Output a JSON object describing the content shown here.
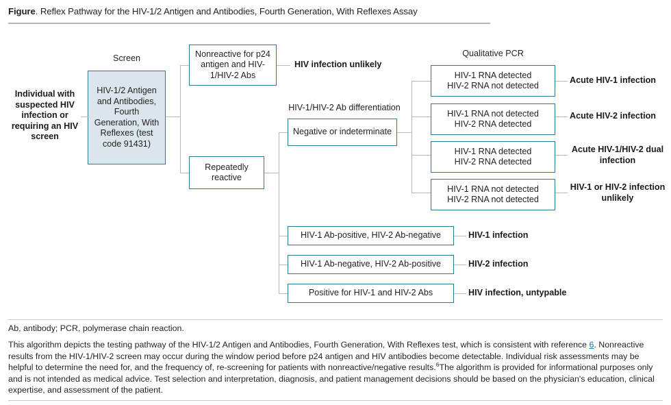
{
  "figure": {
    "label": "Figure",
    "title": ". Reflex Pathway for the HIV-1/2 Antigen and Antibodies, Fourth Generation, With Reflexes Assay"
  },
  "diagram": {
    "entry_text": "Individual with suspected HIV infection or requiring an HIV screen",
    "screen_label": "Screen",
    "screen_box": "HIV-1/2 Antigen and Antibodies, Fourth Generation, With Reflexes (test code 91431)",
    "branch_nonreactive": "Nonreactive for p24 antigen and HIV-1/HIV-2 Abs",
    "outcome_nonreactive": "HIV infection unlikely",
    "branch_reactive": "Repeatedly reactive",
    "ab_diff_label": "HIV-1/HIV-2 Ab differentiation",
    "ab_diff_negative": "Negative or indeterminate",
    "pcr_label": "Qualitative PCR",
    "pcr_rows": [
      {
        "result": "HIV-1 RNA detected\nHIV-2 RNA not detected",
        "outcome": "Acute HIV-1 infection"
      },
      {
        "result": "HIV-1 RNA not detected\nHIV-2 RNA detected",
        "outcome": "Acute HIV-2 infection"
      },
      {
        "result": "HIV-1 RNA detected\nHIV-2 RNA detected",
        "outcome": "Acute HIV-1/HIV-2 dual infection"
      },
      {
        "result": "HIV-1 RNA not detected\nHIV-2 RNA not detected",
        "outcome": "HIV-1 or HIV-2 infection unlikely"
      }
    ],
    "ab_rows": [
      {
        "result": "HIV-1 Ab-positive, HIV-2 Ab-negative",
        "outcome": "HIV-1 infection"
      },
      {
        "result": "HIV-1 Ab-negative, HIV-2 Ab-positive",
        "outcome": "HIV-2 infection"
      },
      {
        "result": "Positive for HIV-1 and HIV-2 Abs",
        "outcome": "HIV infection, untypable"
      }
    ]
  },
  "footer": {
    "abbreviations": "Ab, antibody; PCR, polymerase chain reaction.",
    "body_part1": "This algorithm depicts the testing pathway of the HIV-1/2 Antigen and Antibodies, Fourth Generation, With Reflexes test, which is consistent with reference ",
    "reference_link": "6",
    "body_part2": ". Nonreactive results from the HIV-1/HIV-2 screen may occur during the window period before p24 antigen and HIV antibodies become detectable. Individual risk assessments may be helpful to determine the need for, and the frequency of, re-screening for patients with nonreactive/negative results.",
    "superscript_ref": "6",
    "body_part3": "The algorithm is provided for informational purposes only and is not intended as medical advice. Test selection and interpretation, diagnosis, and patient management decisions should be based on the physician's education, clinical expertise, and assessment of the patient."
  },
  "colors": {
    "box_border": "#2b7a94",
    "box_fill": "#dbe6ec",
    "connector": "#b8b8b8",
    "link": "#1c6ea4"
  }
}
